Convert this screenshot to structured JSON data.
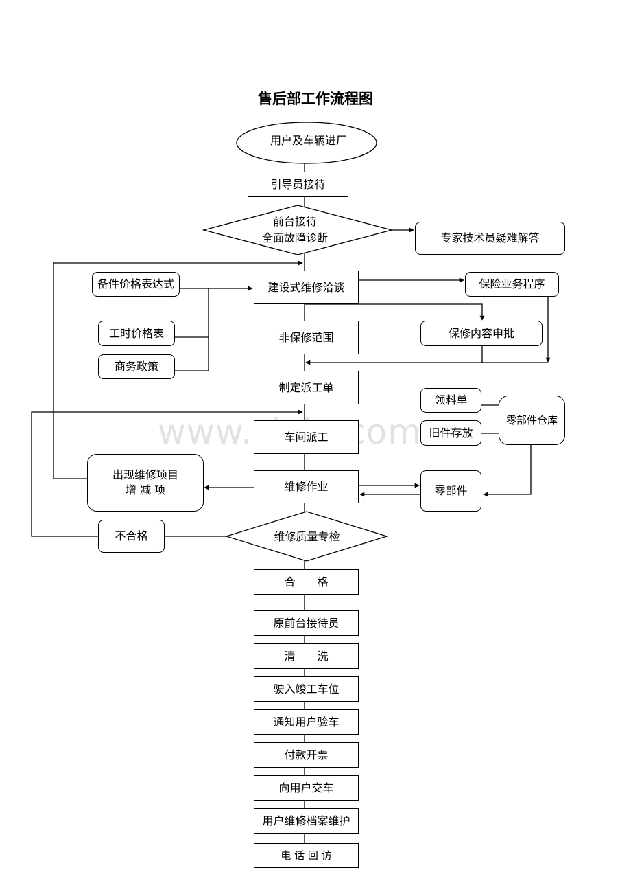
{
  "title": "售后部工作流程图",
  "watermark": "www.zixin.com.cn",
  "nodes": {
    "user_vehicle_entry": "用户及车辆进厂",
    "guide_reception": "引导员接待",
    "front_desk": "前台接待\n全面故障诊断",
    "expert_answer": "专家技术员疑难解答",
    "parts_price_form": "备件价格表达式",
    "repair_negotiation": "建设式维修洽谈",
    "insurance_procedure": "保险业务程序",
    "labor_price_list": "工时价格表",
    "business_policy": "商务政策",
    "non_warranty": "非保修范围",
    "warranty_approval": "保修内容申批",
    "work_order": "制定派工单",
    "requisition_form": "领料单",
    "parts_warehouse": "零部件仓库",
    "old_parts_storage": "旧件存放",
    "workshop_dispatch": "车间派工",
    "repair_items_change": "出现维修项目\n增 减 项",
    "repair_work": "维修作业",
    "parts": "零部件",
    "unqualified": "不合格",
    "quality_check": "维修质量专检",
    "qualified": "合　　格",
    "original_receptionist": "原前台接待员",
    "cleaning": "清　　洗",
    "drive_to_completion": "驶入竣工车位",
    "notify_user_inspect": "通知用户验车",
    "payment_invoice": "付款开票",
    "deliver_to_user": "向用户交车",
    "record_maintenance": "用户维修档案维护",
    "phone_followup": "电 话 回 访"
  }
}
